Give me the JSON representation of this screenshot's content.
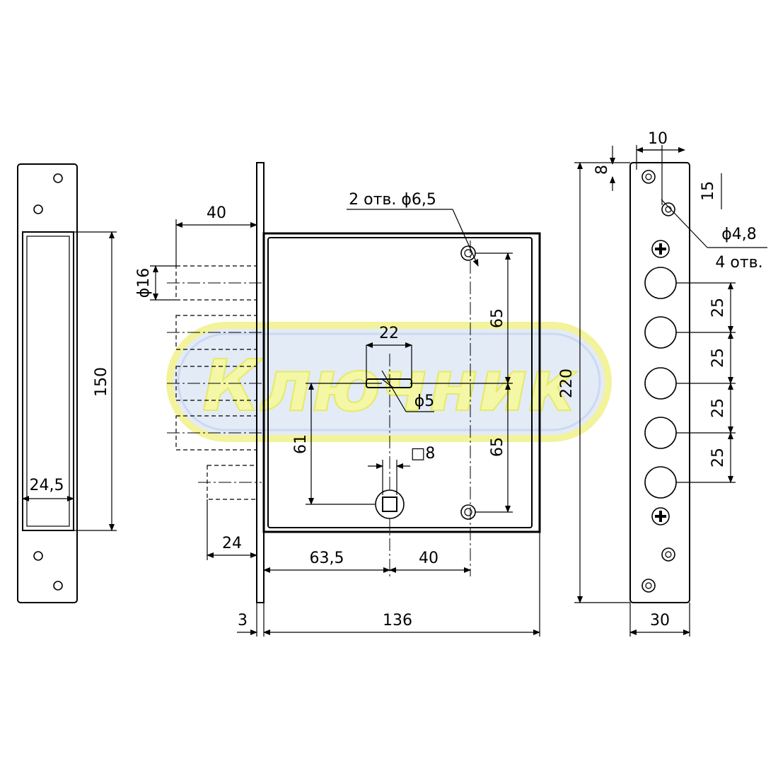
{
  "watermark": {
    "text": "Ключник"
  },
  "strike_plate": {
    "width_dim": "24,5",
    "height_dim": "150"
  },
  "lock_body": {
    "backset_dim": "40",
    "bolt_diameter_dim": "ϕ16",
    "latch_offset_dim": "24",
    "mount_holes_note": "2 отв. ϕ6,5",
    "keyhole_width_dim": "22",
    "keyhole_dia_dim": "ϕ5",
    "spindle_square_dim": "□8",
    "spindle_height_dim": "61",
    "upper_hole_dim": "65",
    "lower_hole_dim": "65",
    "left_offset_dim": "63,5",
    "right_offset_dim": "40",
    "faceplate_thickness_dim": "3",
    "body_width_dim": "136"
  },
  "faceplate": {
    "hole_offset_dim": "10",
    "top_margin_dim": "8",
    "hole_step_dim": "15",
    "hole_dia_dim": "ϕ4,8",
    "hole_count_note": "4 отв.",
    "bolt_pitch_dims": [
      "25",
      "25",
      "25",
      "25"
    ],
    "total_height_dim": "220",
    "width_dim": "30"
  }
}
